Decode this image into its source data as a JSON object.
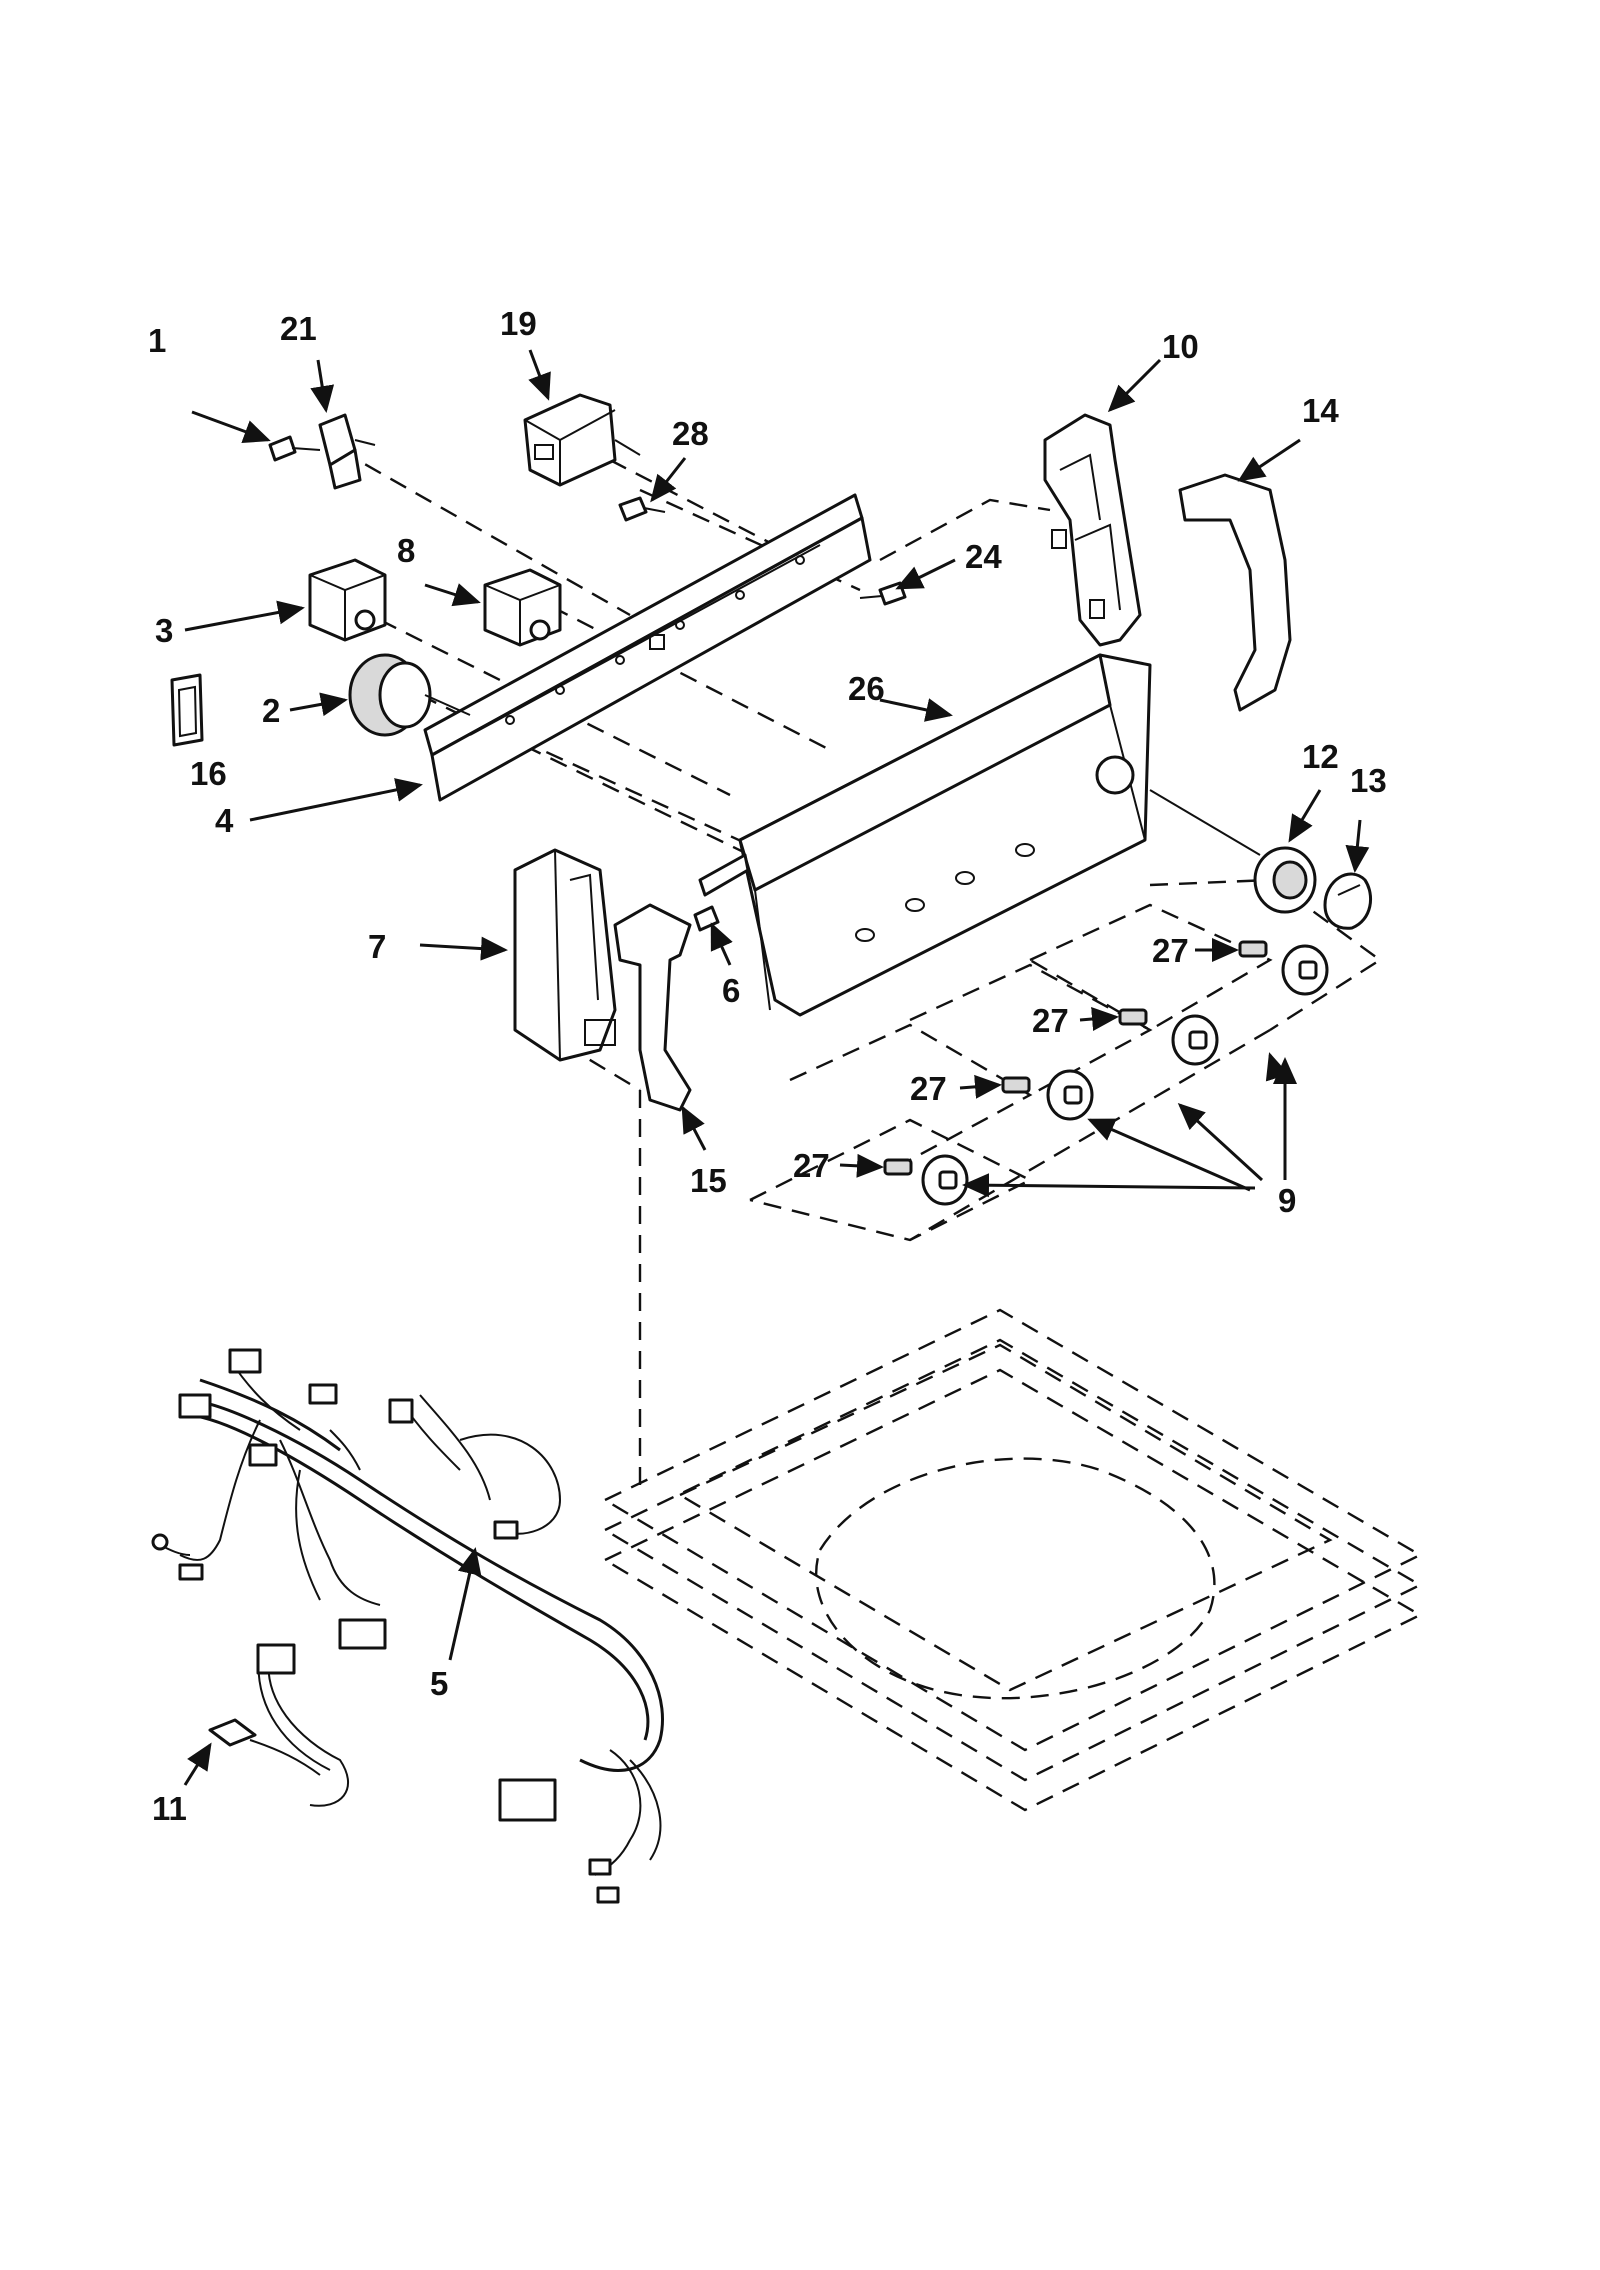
{
  "callouts": [
    {
      "id": "c1",
      "label": "1"
    },
    {
      "id": "c2",
      "label": "2"
    },
    {
      "id": "c3",
      "label": "3"
    },
    {
      "id": "c4",
      "label": "4"
    },
    {
      "id": "c5",
      "label": "5"
    },
    {
      "id": "c6",
      "label": "6"
    },
    {
      "id": "c7",
      "label": "7"
    },
    {
      "id": "c8",
      "label": "8"
    },
    {
      "id": "c9",
      "label": "9"
    },
    {
      "id": "c10",
      "label": "10"
    },
    {
      "id": "c11",
      "label": "11"
    },
    {
      "id": "c12",
      "label": "12"
    },
    {
      "id": "c13",
      "label": "13"
    },
    {
      "id": "c14",
      "label": "14"
    },
    {
      "id": "c15",
      "label": "15"
    },
    {
      "id": "c16",
      "label": "16"
    },
    {
      "id": "c19",
      "label": "19"
    },
    {
      "id": "c21",
      "label": "21"
    },
    {
      "id": "c24",
      "label": "24"
    },
    {
      "id": "c26",
      "label": "26"
    },
    {
      "id": "c27a",
      "label": "27"
    },
    {
      "id": "c27b",
      "label": "27"
    },
    {
      "id": "c27c",
      "label": "27"
    },
    {
      "id": "c27d",
      "label": "27"
    },
    {
      "id": "c28",
      "label": "28"
    }
  ]
}
